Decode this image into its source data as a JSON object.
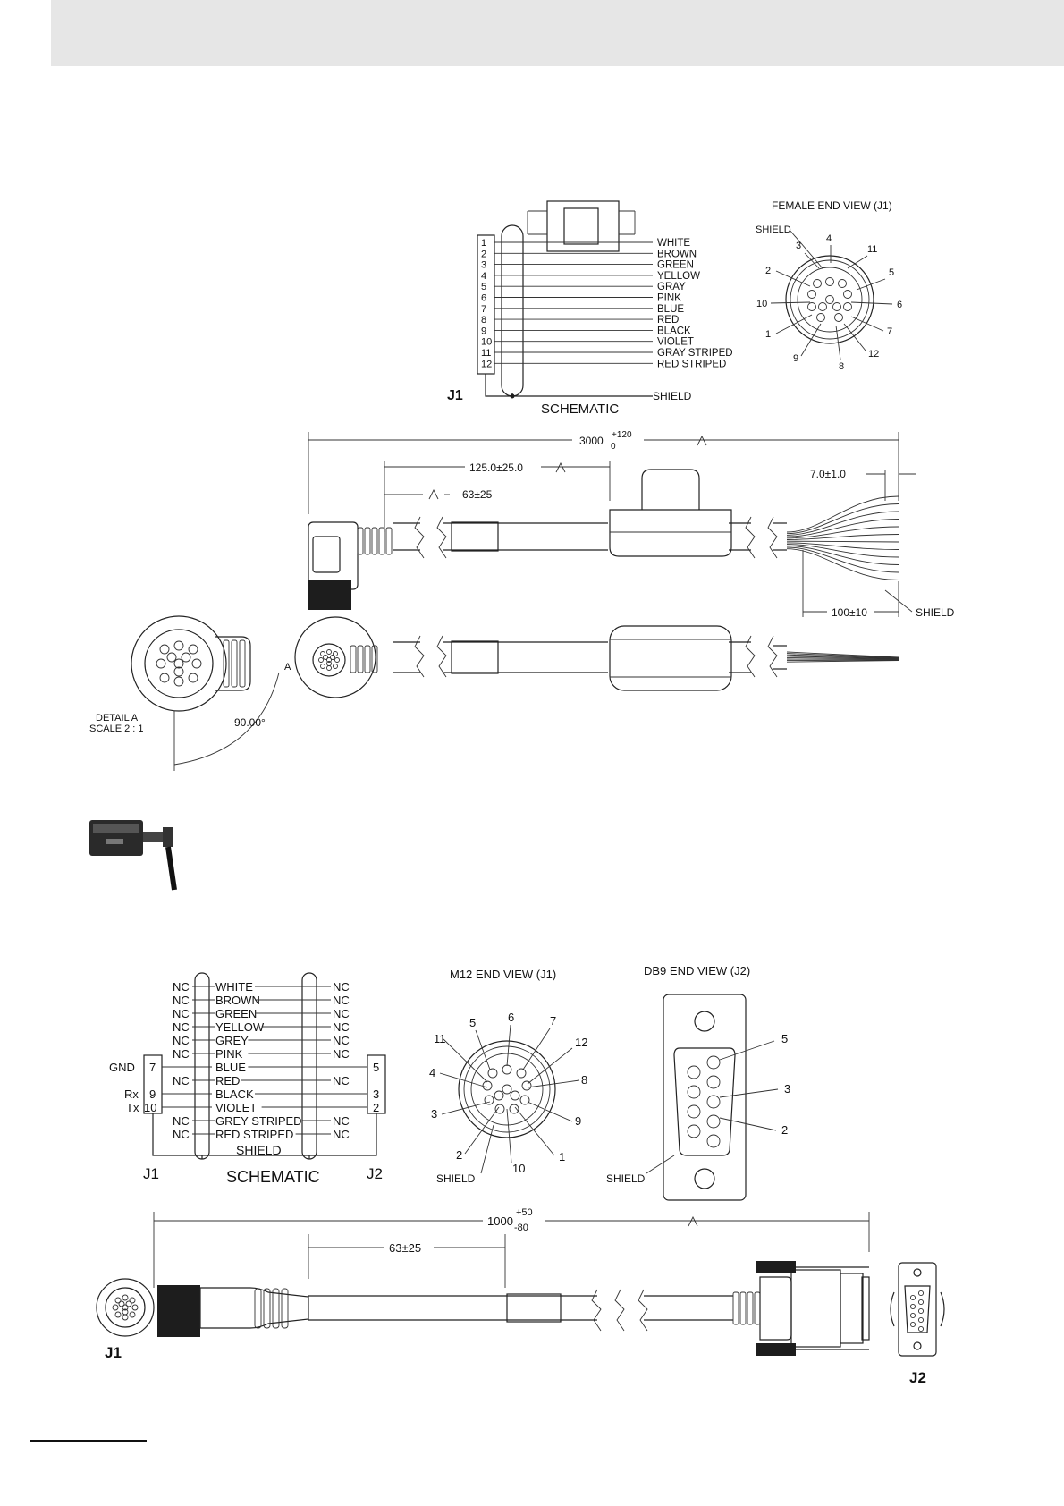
{
  "diagram1": {
    "end_view_title": "FEMALE END VIEW (J1)",
    "end_view_shield": "SHIELD",
    "end_view_pins": [
      "3",
      "4",
      "11",
      "2",
      "5",
      "10",
      "6",
      "1",
      "7",
      "9",
      "8",
      "12"
    ],
    "pins": [
      "1",
      "2",
      "3",
      "4",
      "5",
      "6",
      "7",
      "8",
      "9",
      "10",
      "11",
      "12"
    ],
    "wires": [
      "WHITE",
      "BROWN",
      "GREEN",
      "YELLOW",
      "GRAY",
      "PINK",
      "BLUE",
      "RED",
      "BLACK",
      "VIOLET",
      "GRAY STRIPED",
      "RED STRIPED"
    ],
    "shield_label": "SHIELD",
    "j1_label": "J1",
    "schematic_label": "SCHEMATIC",
    "dims": {
      "overall": "3000",
      "overall_tol_upper": "+120",
      "overall_tol_lower": "0",
      "ferrite": "125.0±25.0",
      "sleeve": "63±25",
      "strip": "7.0±1.0",
      "lead": "100±10",
      "lead_shield": "SHIELD"
    },
    "detail_label_a": "A",
    "detail_title": "DETAIL A",
    "detail_scale": "SCALE 2 : 1",
    "angle": "90.00°"
  },
  "diagram2": {
    "schematic_left_nc": [
      "NC",
      "NC",
      "NC",
      "NC",
      "NC",
      "NC",
      "",
      "NC",
      "",
      "",
      "NC",
      "NC"
    ],
    "wires": [
      "WHITE",
      "BROWN",
      "GREEN",
      "YELLOW",
      "GREY",
      "PINK",
      "BLUE",
      "RED",
      "BLACK",
      "VIOLET",
      "GREY STRIPED",
      "RED STRIPED"
    ],
    "schematic_right_nc": [
      "NC",
      "NC",
      "NC",
      "NC",
      "NC",
      "NC",
      "",
      "NC",
      "",
      "",
      "NC",
      "NC"
    ],
    "j1_signals": [
      "GND",
      "Rx",
      "Tx"
    ],
    "j1_pins": [
      "7",
      "9",
      "10"
    ],
    "j2_pins": [
      "5",
      "3",
      "2"
    ],
    "shield_label": "SHIELD",
    "j1_label": "J1",
    "j2_label": "J2",
    "schematic_label": "SCHEMATIC",
    "m12_title": "M12 END VIEW (J1)",
    "m12_pins": [
      "5",
      "6",
      "7",
      "11",
      "12",
      "4",
      "8",
      "3",
      "9",
      "2",
      "1",
      "10"
    ],
    "m12_shield": "SHIELD",
    "db9_title": "DB9 END VIEW (J2)",
    "db9_pins": [
      "5",
      "3",
      "2"
    ],
    "db9_shield": "SHIELD",
    "dims": {
      "overall": "1000",
      "overall_tol_upper": "+50",
      "overall_tol_lower": "-80",
      "sleeve": "63±25"
    },
    "j1_bottom_label": "J1",
    "j2_bottom_label": "J2"
  }
}
